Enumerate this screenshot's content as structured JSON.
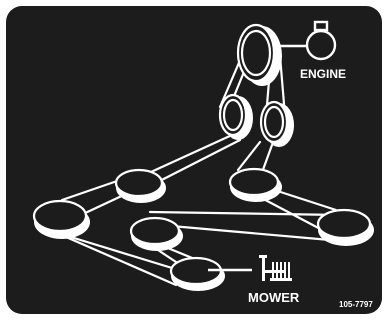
{
  "diagram": {
    "labels": {
      "engine": "ENGINE",
      "mower": "MOWER",
      "part_number": "105-7797"
    },
    "icons": [
      "engine-icon",
      "mower-deck-icon"
    ],
    "colors": {
      "background": "#1c1c1c",
      "foreground": "#ffffff"
    }
  }
}
